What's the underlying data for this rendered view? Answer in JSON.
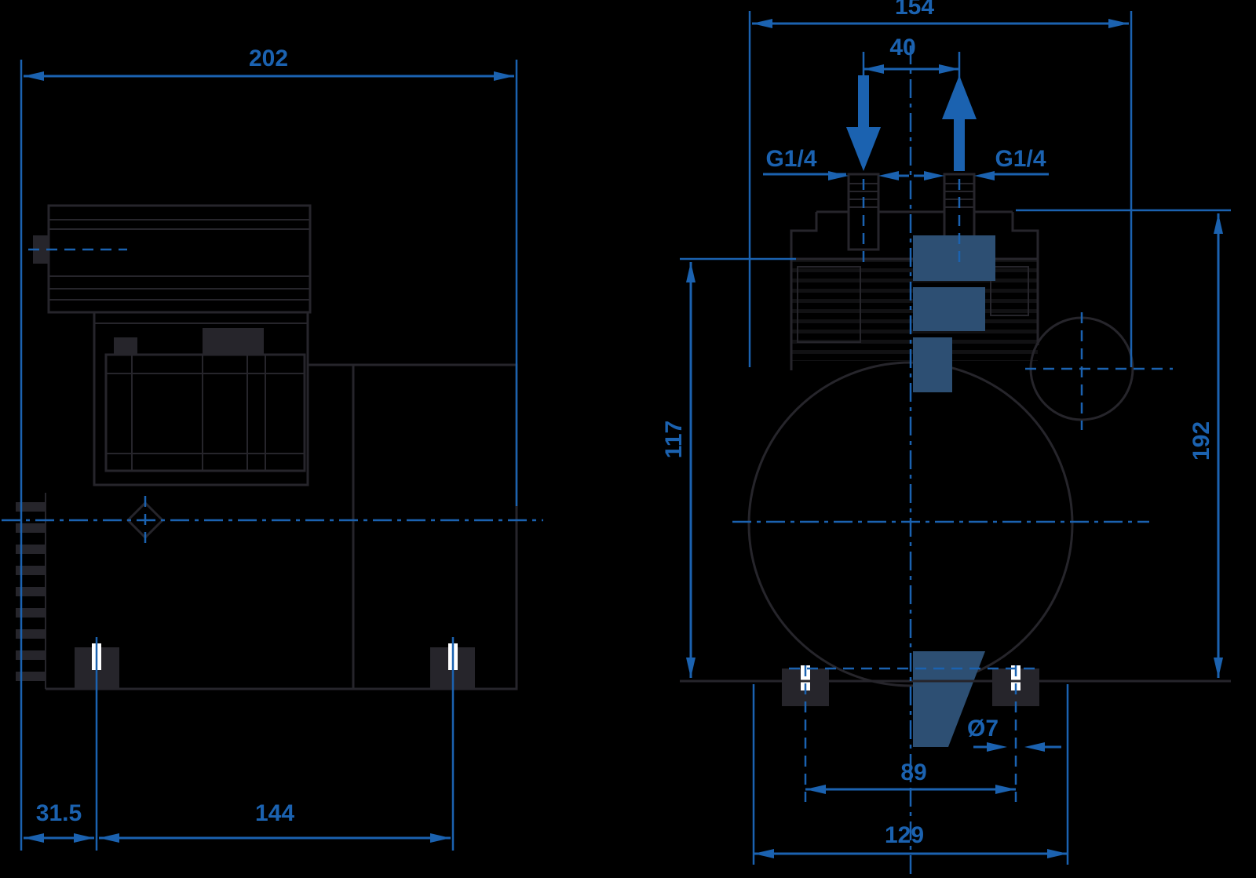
{
  "colors": {
    "background": "#000000",
    "line_dark": "#26252b",
    "dimension_blue": "#1b62b0",
    "shade_steel": "#2d4f73",
    "accent_white": "#ffffff"
  },
  "side_view": {
    "overall_length_mm": "202",
    "foot_edge_offset_mm": "31.5",
    "foot_spacing_mm": "144"
  },
  "front_view": {
    "overall_width_mm": "154",
    "port_spacing_mm": "40",
    "inlet_thread": "G1/4",
    "outlet_thread": "G1/4",
    "inlet_height_mm": "117",
    "overall_height_mm": "192",
    "foot_hole_diameter": "Ø7",
    "foot_hole_spacing_mm": "89",
    "base_width_mm": "129"
  }
}
